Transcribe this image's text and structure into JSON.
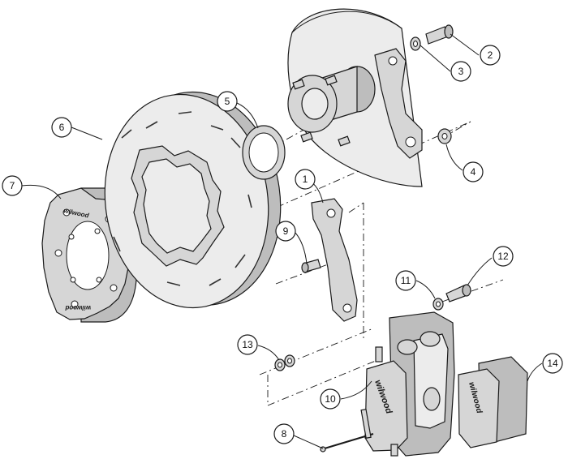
{
  "diagram": {
    "callouts": [
      {
        "id": "1",
        "label": "1"
      },
      {
        "id": "2",
        "label": "2"
      },
      {
        "id": "3",
        "label": "3"
      },
      {
        "id": "4",
        "label": "4"
      },
      {
        "id": "5",
        "label": "5"
      },
      {
        "id": "6",
        "label": "6"
      },
      {
        "id": "7",
        "label": "7"
      },
      {
        "id": "8",
        "label": "8"
      },
      {
        "id": "9",
        "label": "9"
      },
      {
        "id": "10",
        "label": "10"
      },
      {
        "id": "11",
        "label": "11"
      },
      {
        "id": "12",
        "label": "12"
      },
      {
        "id": "13",
        "label": "13"
      },
      {
        "id": "14",
        "label": "14"
      }
    ],
    "brand_marks": {
      "hat": "wilwood",
      "hat_lower": "wilwood",
      "caliper": "wilwood",
      "pad": "wilwood"
    }
  }
}
